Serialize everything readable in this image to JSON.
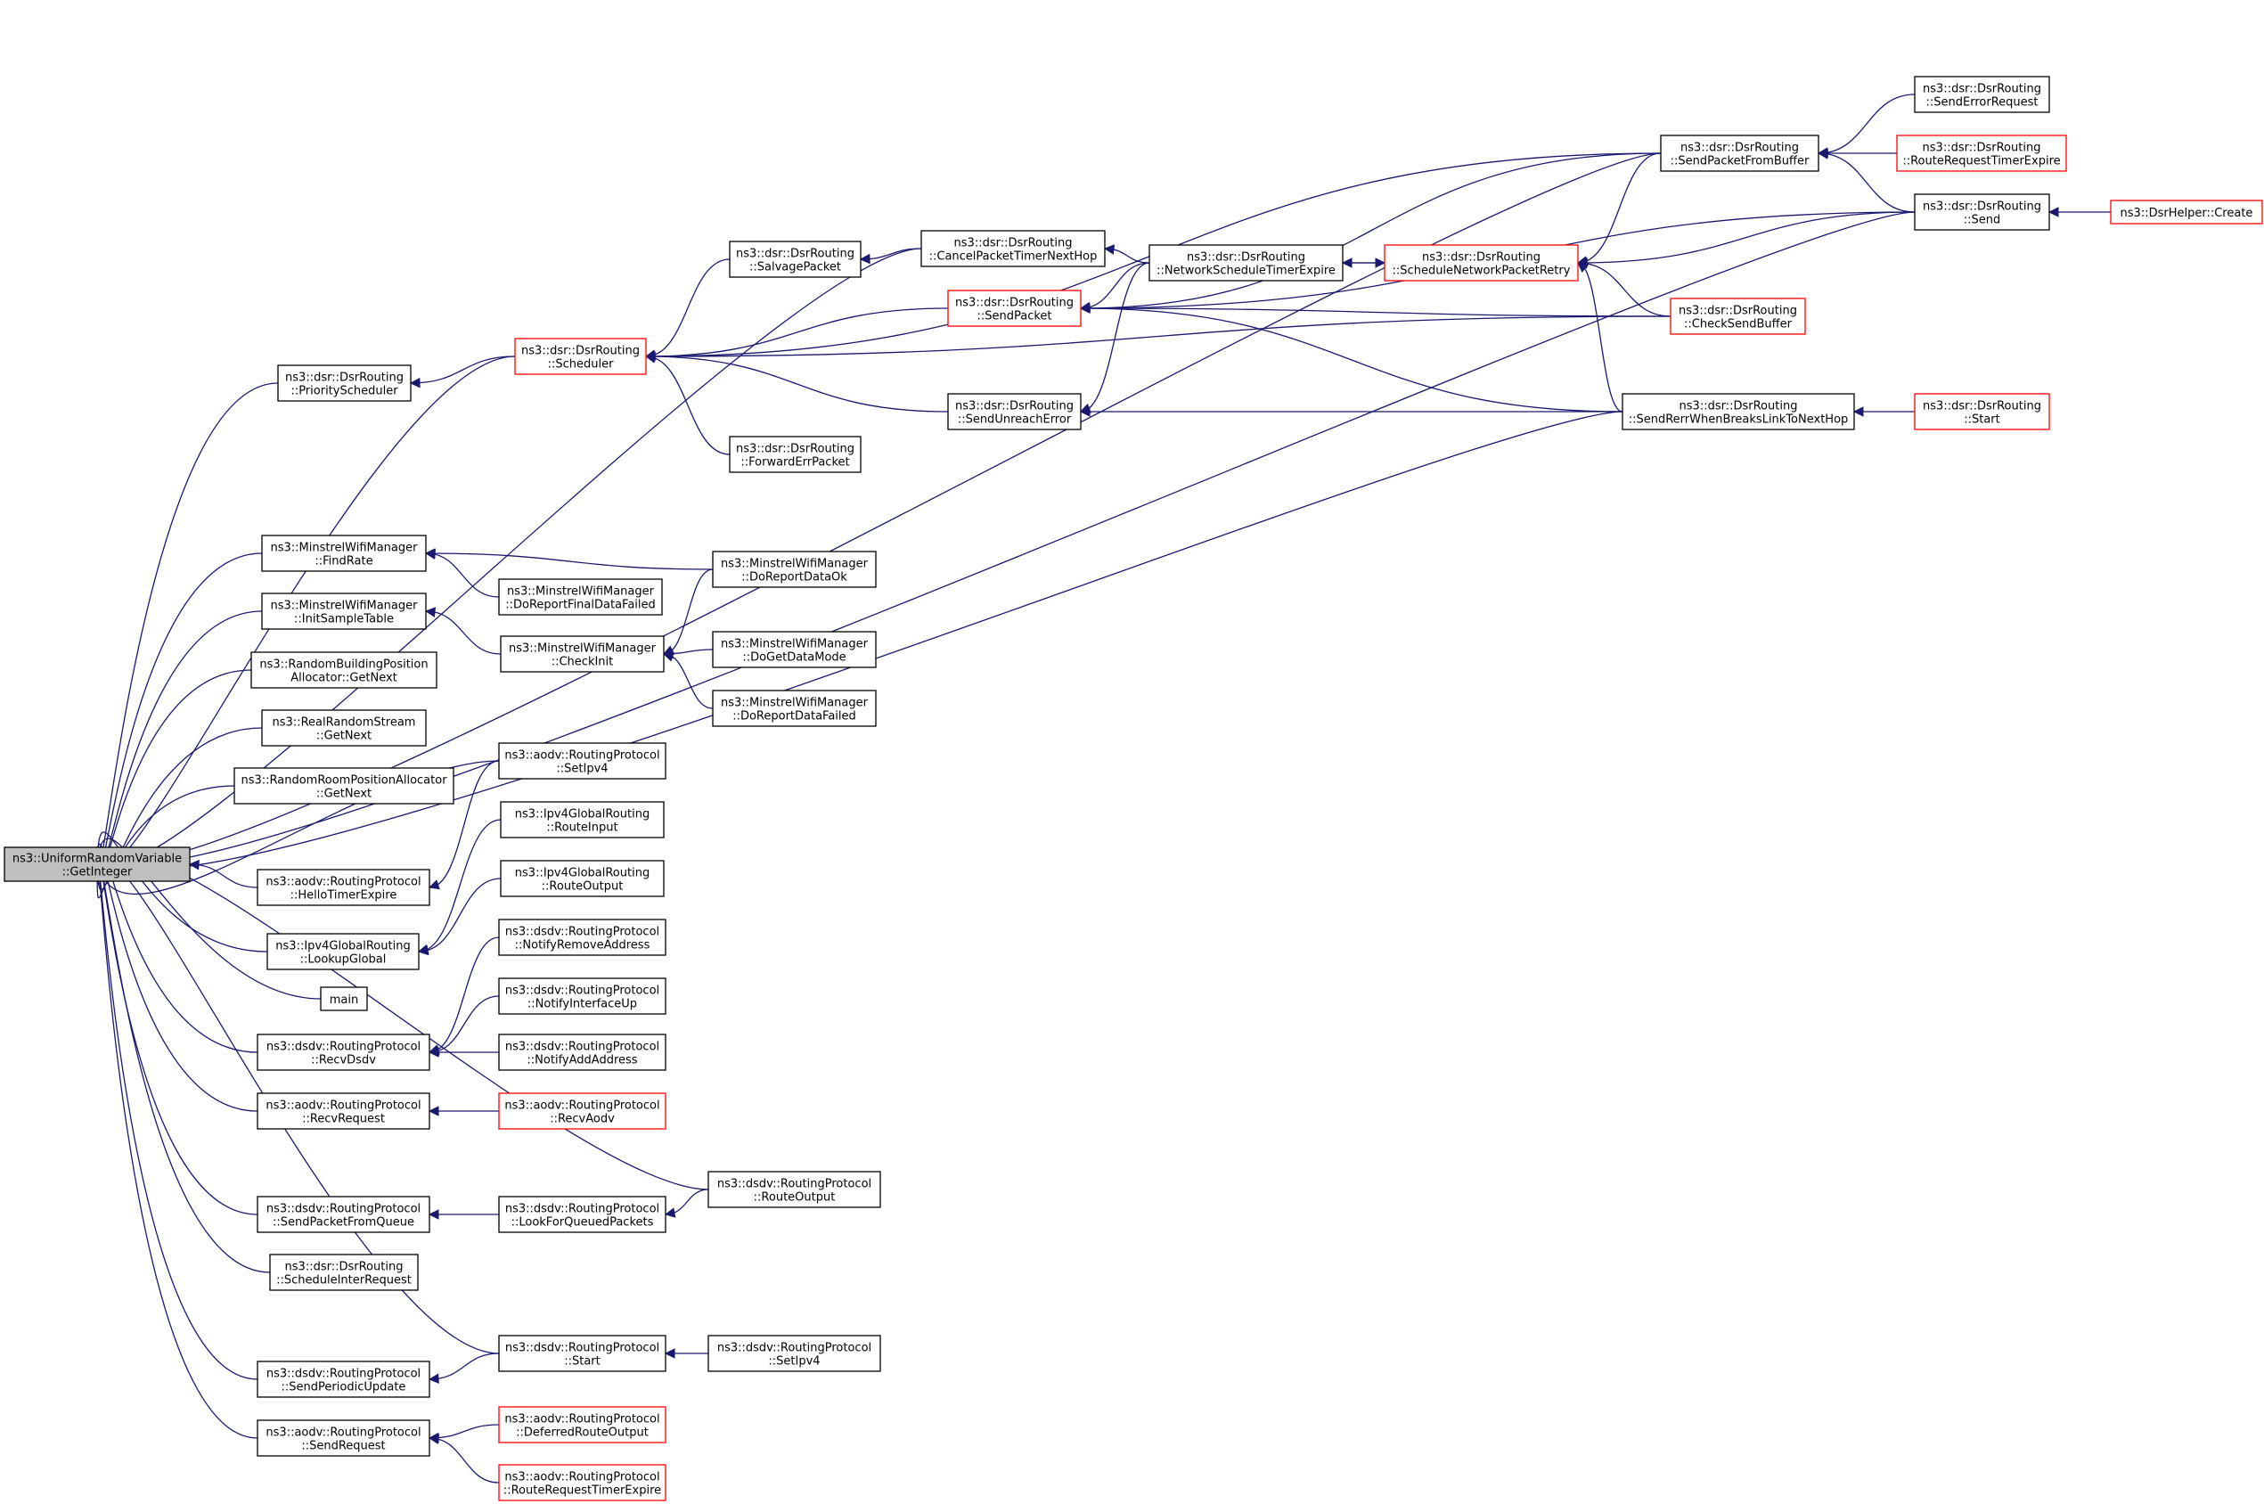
{
  "diagram": {
    "colors": {
      "edge": "#191970",
      "boundary_border": "#ff0000",
      "node_border": "#000000",
      "root_fill": "#bfbfbf",
      "node_fill": "#ffffff"
    },
    "nodes": [
      {
        "id": "root",
        "lines": [
          "ns3::UniformRandomVariable",
          "::GetInteger"
        ],
        "style": "root"
      },
      {
        "id": "prio",
        "lines": [
          "ns3::dsr::DsrRouting",
          "::PriorityScheduler"
        ]
      },
      {
        "id": "sched",
        "lines": [
          "ns3::dsr::DsrRouting",
          "::Scheduler"
        ],
        "style": "boundary"
      },
      {
        "id": "salvage",
        "lines": [
          "ns3::dsr::DsrRouting",
          "::SalvagePacket"
        ]
      },
      {
        "id": "cancelpkt",
        "lines": [
          "ns3::dsr::DsrRouting",
          "::CancelPacketTimerNextHop"
        ]
      },
      {
        "id": "sendpacket",
        "lines": [
          "ns3::dsr::DsrRouting",
          "::SendPacket"
        ],
        "style": "boundary"
      },
      {
        "id": "netsched",
        "lines": [
          "ns3::dsr::DsrRouting",
          "::NetworkScheduleTimerExpire"
        ]
      },
      {
        "id": "schednet",
        "lines": [
          "ns3::dsr::DsrRouting",
          "::ScheduleNetworkPacketRetry"
        ],
        "style": "boundary"
      },
      {
        "id": "sendunreach",
        "lines": [
          "ns3::dsr::DsrRouting",
          "::SendUnreachError"
        ]
      },
      {
        "id": "fwderr",
        "lines": [
          "ns3::dsr::DsrRouting",
          "::ForwardErrPacket"
        ]
      },
      {
        "id": "spfb",
        "lines": [
          "ns3::dsr::DsrRouting",
          "::SendPacketFromBuffer"
        ]
      },
      {
        "id": "senderrreq",
        "lines": [
          "ns3::dsr::DsrRouting",
          "::SendErrorRequest"
        ]
      },
      {
        "id": "rrte",
        "lines": [
          "ns3::dsr::DsrRouting",
          "::RouteRequestTimerExpire"
        ],
        "style": "boundary"
      },
      {
        "id": "send",
        "lines": [
          "ns3::dsr::DsrRouting",
          "::Send"
        ]
      },
      {
        "id": "create",
        "lines": [
          "ns3::DsrHelper::Create"
        ],
        "style": "boundary"
      },
      {
        "id": "checksb",
        "lines": [
          "ns3::dsr::DsrRouting",
          "::CheckSendBuffer"
        ],
        "style": "boundary"
      },
      {
        "id": "srwb",
        "lines": [
          "ns3::dsr::DsrRouting",
          "::SendRerrWhenBreaksLinkToNextHop"
        ]
      },
      {
        "id": "dsrstart",
        "lines": [
          "ns3::dsr::DsrRouting",
          "::Start"
        ],
        "style": "boundary"
      },
      {
        "id": "findrate",
        "lines": [
          "ns3::MinstrelWifiManager",
          "::FindRate"
        ]
      },
      {
        "id": "reportok",
        "lines": [
          "ns3::MinstrelWifiManager",
          "::DoReportDataOk"
        ]
      },
      {
        "id": "reportfinal",
        "lines": [
          "ns3::MinstrelWifiManager",
          "::DoReportFinalDataFailed"
        ]
      },
      {
        "id": "initsample",
        "lines": [
          "ns3::MinstrelWifiManager",
          "::InitSampleTable"
        ]
      },
      {
        "id": "checkinit",
        "lines": [
          "ns3::MinstrelWifiManager",
          "::CheckInit"
        ]
      },
      {
        "id": "getdatamode",
        "lines": [
          "ns3::MinstrelWifiManager",
          "::DoGetDataMode"
        ]
      },
      {
        "id": "reportfailed",
        "lines": [
          "ns3::MinstrelWifiManager",
          "::DoReportDataFailed"
        ]
      },
      {
        "id": "rbpa",
        "lines": [
          "ns3::RandomBuildingPosition",
          "Allocator::GetNext"
        ]
      },
      {
        "id": "rrs",
        "lines": [
          "ns3::RealRandomStream",
          "::GetNext"
        ]
      },
      {
        "id": "rrpa",
        "lines": [
          "ns3::RandomRoomPositionAllocator",
          "::GetNext"
        ]
      },
      {
        "id": "aodvsetipv4",
        "lines": [
          "ns3::aodv::RoutingProtocol",
          "::SetIpv4"
        ]
      },
      {
        "id": "hello",
        "lines": [
          "ns3::aodv::RoutingProtocol",
          "::HelloTimerExpire"
        ]
      },
      {
        "id": "routeinput",
        "lines": [
          "ns3::Ipv4GlobalRouting",
          "::RouteInput"
        ]
      },
      {
        "id": "routeoutput",
        "lines": [
          "ns3::Ipv4GlobalRouting",
          "::RouteOutput"
        ]
      },
      {
        "id": "lookupglobal",
        "lines": [
          "ns3::Ipv4GlobalRouting",
          "::LookupGlobal"
        ]
      },
      {
        "id": "main",
        "lines": [
          "main"
        ]
      },
      {
        "id": "notifyremove",
        "lines": [
          "ns3::dsdv::RoutingProtocol",
          "::NotifyRemoveAddress"
        ]
      },
      {
        "id": "notifyup",
        "lines": [
          "ns3::dsdv::RoutingProtocol",
          "::NotifyInterfaceUp"
        ]
      },
      {
        "id": "recvdsdv",
        "lines": [
          "ns3::dsdv::RoutingProtocol",
          "::RecvDsdv"
        ]
      },
      {
        "id": "notifyadd",
        "lines": [
          "ns3::dsdv::RoutingProtocol",
          "::NotifyAddAddress"
        ]
      },
      {
        "id": "recvrequest",
        "lines": [
          "ns3::aodv::RoutingProtocol",
          "::RecvRequest"
        ]
      },
      {
        "id": "recvaodv",
        "lines": [
          "ns3::aodv::RoutingProtocol",
          "::RecvAodv"
        ],
        "style": "boundary"
      },
      {
        "id": "dsdvrouteoutput",
        "lines": [
          "ns3::dsdv::RoutingProtocol",
          "::RouteOutput"
        ]
      },
      {
        "id": "spfq",
        "lines": [
          "ns3::dsdv::RoutingProtocol",
          "::SendPacketFromQueue"
        ]
      },
      {
        "id": "lfqp",
        "lines": [
          "ns3::dsdv::RoutingProtocol",
          "::LookForQueuedPackets"
        ]
      },
      {
        "id": "sir",
        "lines": [
          "ns3::dsr::DsrRouting",
          "::ScheduleInterRequest"
        ]
      },
      {
        "id": "dsdvstart",
        "lines": [
          "ns3::dsdv::RoutingProtocol",
          "::Start"
        ]
      },
      {
        "id": "dsdvsetipv4",
        "lines": [
          "ns3::dsdv::RoutingProtocol",
          "::SetIpv4"
        ]
      },
      {
        "id": "spu",
        "lines": [
          "ns3::dsdv::RoutingProtocol",
          "::SendPeriodicUpdate"
        ]
      },
      {
        "id": "sendrequest",
        "lines": [
          "ns3::aodv::RoutingProtocol",
          "::SendRequest"
        ]
      },
      {
        "id": "dro",
        "lines": [
          "ns3::aodv::RoutingProtocol",
          "::DeferredRouteOutput"
        ],
        "style": "boundary"
      },
      {
        "id": "rrte2",
        "lines": [
          "ns3::aodv::RoutingProtocol",
          "::RouteRequestTimerExpire"
        ],
        "style": "boundary"
      }
    ],
    "edges": [
      {
        "from": "prio",
        "to": "root"
      },
      {
        "from": "sched",
        "to": "root"
      },
      {
        "from": "cancelpkt",
        "to": "root"
      },
      {
        "from": "spfb",
        "to": "root"
      },
      {
        "from": "send",
        "to": "root"
      },
      {
        "from": "srwb",
        "to": "root"
      },
      {
        "from": "findrate",
        "to": "root"
      },
      {
        "from": "initsample",
        "to": "root"
      },
      {
        "from": "rbpa",
        "to": "root"
      },
      {
        "from": "rrs",
        "to": "root"
      },
      {
        "from": "rrpa",
        "to": "root"
      },
      {
        "from": "aodvsetipv4",
        "to": "root"
      },
      {
        "from": "hello",
        "to": "root"
      },
      {
        "from": "lookupglobal",
        "to": "root"
      },
      {
        "from": "main",
        "to": "root"
      },
      {
        "from": "recvdsdv",
        "to": "root"
      },
      {
        "from": "recvrequest",
        "to": "root"
      },
      {
        "from": "dsdvrouteoutput",
        "to": "root"
      },
      {
        "from": "spfq",
        "to": "root"
      },
      {
        "from": "sir",
        "to": "root"
      },
      {
        "from": "dsdvstart",
        "to": "root"
      },
      {
        "from": "spu",
        "to": "root"
      },
      {
        "from": "sendrequest",
        "to": "root"
      },
      {
        "from": "sched",
        "to": "prio"
      },
      {
        "from": "salvage",
        "to": "sched"
      },
      {
        "from": "spfb",
        "to": "sched"
      },
      {
        "from": "sendpacket",
        "to": "sched"
      },
      {
        "from": "sendunreach",
        "to": "sched"
      },
      {
        "from": "fwderr",
        "to": "sched"
      },
      {
        "from": "checksb",
        "to": "sched"
      },
      {
        "from": "cancelpkt",
        "to": "salvage"
      },
      {
        "from": "netsched",
        "to": "cancelpkt"
      },
      {
        "from": "netsched",
        "to": "sendpacket"
      },
      {
        "from": "spfb",
        "to": "sendpacket"
      },
      {
        "from": "send",
        "to": "sendpacket"
      },
      {
        "from": "checksb",
        "to": "sendpacket"
      },
      {
        "from": "srwb",
        "to": "sendpacket"
      },
      {
        "from": "schednet",
        "to": "netsched"
      },
      {
        "from": "netsched",
        "to": "schednet"
      },
      {
        "from": "spfb",
        "to": "schednet"
      },
      {
        "from": "send",
        "to": "schednet"
      },
      {
        "from": "checksb",
        "to": "schednet"
      },
      {
        "from": "srwb",
        "to": "schednet"
      },
      {
        "from": "netsched",
        "to": "sendunreach"
      },
      {
        "from": "srwb",
        "to": "sendunreach"
      },
      {
        "from": "senderrreq",
        "to": "spfb"
      },
      {
        "from": "rrte",
        "to": "spfb"
      },
      {
        "from": "send",
        "to": "spfb"
      },
      {
        "from": "create",
        "to": "send"
      },
      {
        "from": "dsrstart",
        "to": "srwb"
      },
      {
        "from": "reportok",
        "to": "findrate"
      },
      {
        "from": "reportfinal",
        "to": "findrate"
      },
      {
        "from": "checkinit",
        "to": "initsample"
      },
      {
        "from": "reportok",
        "to": "checkinit"
      },
      {
        "from": "getdatamode",
        "to": "checkinit"
      },
      {
        "from": "reportfailed",
        "to": "checkinit"
      },
      {
        "from": "aodvsetipv4",
        "to": "hello"
      },
      {
        "from": "routeinput",
        "to": "lookupglobal"
      },
      {
        "from": "routeoutput",
        "to": "lookupglobal"
      },
      {
        "from": "notifyremove",
        "to": "recvdsdv"
      },
      {
        "from": "notifyup",
        "to": "recvdsdv"
      },
      {
        "from": "notifyadd",
        "to": "recvdsdv"
      },
      {
        "from": "recvaodv",
        "to": "recvrequest"
      },
      {
        "from": "lfqp",
        "to": "spfq"
      },
      {
        "from": "dsdvrouteoutput",
        "to": "lfqp"
      },
      {
        "from": "dsdvstart",
        "to": "spu"
      },
      {
        "from": "dsdvsetipv4",
        "to": "dsdvstart"
      },
      {
        "from": "dro",
        "to": "sendrequest"
      },
      {
        "from": "rrte2",
        "to": "sendrequest"
      }
    ]
  }
}
